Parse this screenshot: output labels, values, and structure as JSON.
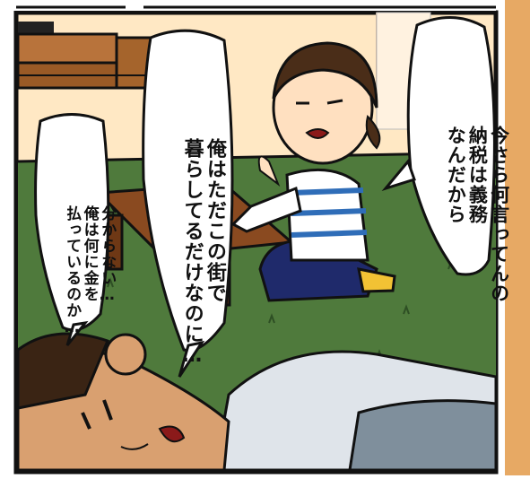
{
  "panel": {
    "speech_wife": [
      "今さら何言ってんの",
      "納税は義務",
      "なんだから"
    ],
    "speech_husband_1": [
      "俺はただこの街で",
      "暮らしてるだけなのに…"
    ],
    "speech_husband_2": [
      "分からない…",
      "俺は何に金を",
      "払っているのか…"
    ]
  },
  "colors": {
    "floor": "#4f7a3c",
    "wall": "#ffe8c4",
    "table": "#8a4a20",
    "side_strip": "#e7a964",
    "outline": "#111111"
  }
}
